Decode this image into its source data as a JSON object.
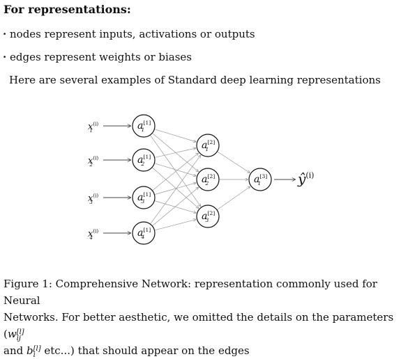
{
  "heading": "For representations:",
  "bullets": [
    "nodes represent inputs, activations or outputs",
    "edges represent weights or biases"
  ],
  "intro": "Here are several examples of Standard deep learning representations",
  "diagram": {
    "inputs": [
      {
        "base": "x",
        "sub": "1",
        "sup": "(i)"
      },
      {
        "base": "x",
        "sub": "2",
        "sup": "(i)"
      },
      {
        "base": "x",
        "sub": "3",
        "sup": "(i)"
      },
      {
        "base": "x",
        "sub": "4",
        "sup": "(i)"
      }
    ],
    "layers": [
      [
        {
          "base": "a",
          "sub": "1",
          "sup": "[1]"
        },
        {
          "base": "a",
          "sub": "2",
          "sup": "[1]"
        },
        {
          "base": "a",
          "sub": "3",
          "sup": "[1]"
        },
        {
          "base": "a",
          "sub": "4",
          "sup": "[1]"
        }
      ],
      [
        {
          "base": "a",
          "sub": "1",
          "sup": "[2]"
        },
        {
          "base": "a",
          "sub": "2",
          "sup": "[2]"
        },
        {
          "base": "a",
          "sub": "3",
          "sup": "[2]"
        }
      ],
      [
        {
          "base": "a",
          "sub": "1",
          "sup": "[3]"
        }
      ]
    ],
    "output": {
      "base": "ŷ",
      "sup": "(i)"
    }
  },
  "caption": {
    "line1": "Figure 1: Comprehensive Network: representation commonly used for Neural",
    "line2_pre": "Networks. For better aesthetic, we omitted the details on the parameters (",
    "param_w": {
      "base": "w",
      "sub": "ij",
      "sup": "[l]"
    },
    "line3_pre": "and ",
    "param_b": {
      "base": "b",
      "sub": "i",
      "sup": "[l]"
    },
    "line3_post": " etc...) that should appear on the edges"
  }
}
